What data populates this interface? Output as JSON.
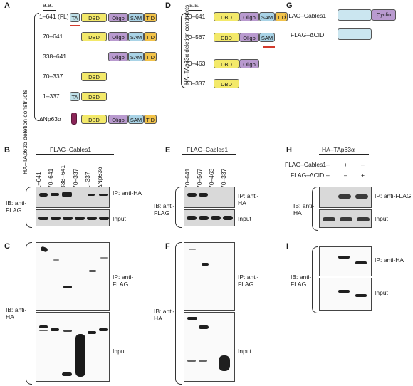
{
  "panels": {
    "A": "A",
    "B": "B",
    "C": "C",
    "D": "D",
    "E": "E",
    "F": "F",
    "G": "G",
    "H": "H",
    "I": "I"
  },
  "panelA": {
    "aa_label": "a.a.",
    "side_label": "HA–TAp63α deletion constructs",
    "rows": [
      {
        "label": "1–641 (FL)"
      },
      {
        "label": "70–641"
      },
      {
        "label": "338–641"
      },
      {
        "label": "70–337"
      },
      {
        "label": "1–337"
      },
      {
        "label": "ΔNp63α"
      }
    ],
    "domains": {
      "dbd": "DBD",
      "oligo": "Oligo",
      "sam": "SAM",
      "tid": "TID",
      "ta": "TA"
    }
  },
  "panelD": {
    "aa_label": "a.a.",
    "side_label": "HA–TAp63α deletion constructs",
    "rows": [
      {
        "label": "70–641"
      },
      {
        "label": "70–567"
      },
      {
        "label": "70–463"
      },
      {
        "label": "70–337"
      }
    ]
  },
  "panelG": {
    "rows": [
      {
        "label": "FLAG–Cables1",
        "domain": "Cyclin"
      },
      {
        "label": "FLAG–ΔCID"
      }
    ]
  },
  "panelB": {
    "header": "FLAG–Cables1",
    "lanes": [
      "1–641",
      "70–641",
      "338–641",
      "70–337",
      "1–337",
      "ΔNp63α"
    ],
    "ib": "IB: anti-FLAG",
    "rows": [
      "IP: anti-HA",
      "Input"
    ]
  },
  "panelC": {
    "ib": "IB: anti-HA",
    "rows": [
      "IP: anti-FLAG",
      "Input"
    ]
  },
  "panelE": {
    "header": "FLAG–Cables1",
    "lanes": [
      "70–641",
      "70–567",
      "70–463",
      "70–337"
    ],
    "ib": "IB: anti-FLAG",
    "rows": [
      "IP: anti-HA",
      "Input"
    ]
  },
  "panelF": {
    "ib": "IB: anti-HA",
    "rows": [
      "IP: anti-FLAG",
      "Input"
    ]
  },
  "panelH": {
    "header": "HA–TAp63α",
    "conditions": [
      {
        "label": "FLAG–Cables1",
        "signs": [
          "–",
          "+",
          "–"
        ]
      },
      {
        "label": "FLAG–ΔCID",
        "signs": [
          "–",
          "–",
          "+"
        ]
      }
    ],
    "ib": "IB: anti-HA",
    "rows": [
      "IP: anti-FLAG",
      "Input"
    ]
  },
  "panelI": {
    "ib": "IB: anti-FLAG",
    "rows": [
      "IP: anti-HA",
      "Input"
    ]
  },
  "colors": {
    "dbd": "#f3e96a",
    "oligo": "#b99acf",
    "sam": "#a9d3e6",
    "tid": "#f2c34a",
    "ta": "#bfe0e8",
    "dnta": "#8a2558",
    "mark": "#d23a2c"
  }
}
